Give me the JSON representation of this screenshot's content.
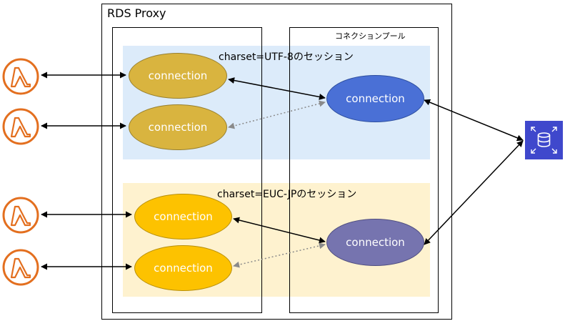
{
  "proxy": {
    "title": "RDS Proxy"
  },
  "pool": {
    "title": "コネクションプール"
  },
  "sessions": [
    {
      "label": "charset=UTF-8のセッション",
      "color": "#DCEBFA"
    },
    {
      "label": "charset=EUC-JPのセッション",
      "color": "#FEF2CF"
    }
  ],
  "client_connections": [
    {
      "label": "connection",
      "color": "#D9B43F",
      "border": "#98802F"
    },
    {
      "label": "connection",
      "color": "#D9B43F",
      "border": "#98802F"
    },
    {
      "label": "connection",
      "color": "#FDC200",
      "border": "#B8900A"
    },
    {
      "label": "connection",
      "color": "#FDC200",
      "border": "#B8900A"
    }
  ],
  "pool_connections": [
    {
      "label": "connection",
      "color": "#4A70D6",
      "border": "#2D4E9E"
    },
    {
      "label": "connection",
      "color": "#7674AF",
      "border": "#4F4E80"
    }
  ],
  "icons": {
    "lambda": "lambda-icon",
    "database": "rds-database-icon",
    "lambda_color": "#E36F1F",
    "db_color": "#3F48CC"
  }
}
